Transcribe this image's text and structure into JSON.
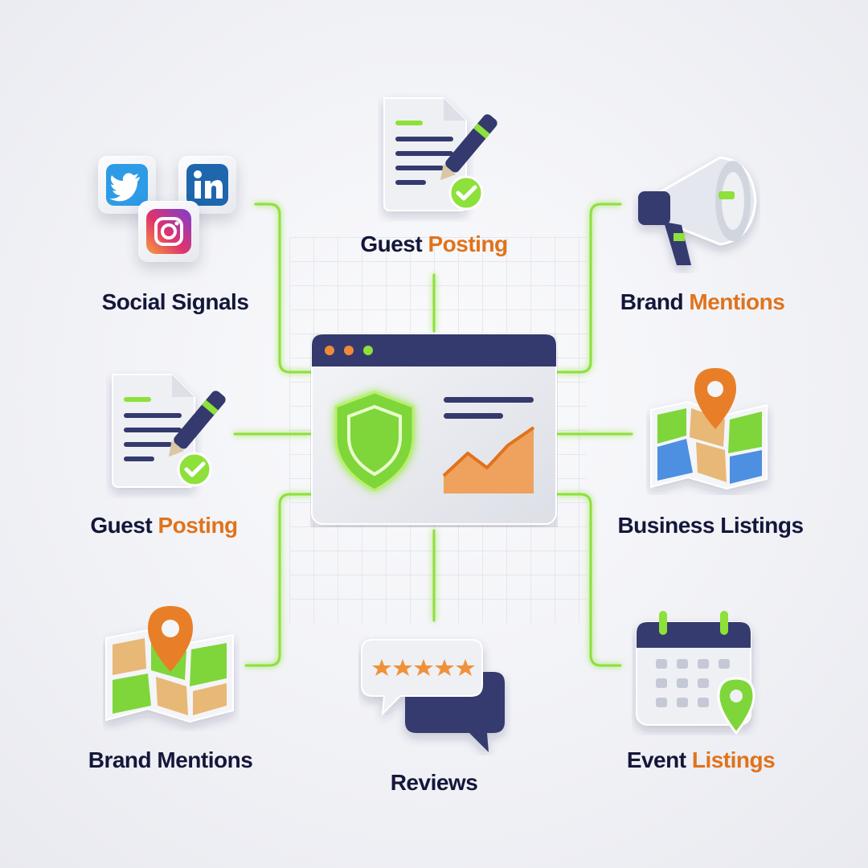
{
  "colors": {
    "navy": "#2f3567",
    "accent_orange": "#e0731c",
    "accent_green": "#8ee03a"
  },
  "center": {
    "panel": "browser-window",
    "icons": [
      "shield-icon",
      "trend-chart-icon"
    ]
  },
  "nodes": [
    {
      "id": "social",
      "label_a": "Social Signals",
      "label_b": "",
      "icons": [
        "twitter-icon",
        "linkedin-icon",
        "instagram-icon"
      ]
    },
    {
      "id": "guest-top",
      "label_a": "Guest ",
      "label_b": "Posting",
      "icon": "document-pen-icon"
    },
    {
      "id": "brand-top",
      "label_a": "Brand ",
      "label_b": "Mentions",
      "icon": "megaphone-icon"
    },
    {
      "id": "guest-left",
      "label_a": "Guest ",
      "label_b": "Posting",
      "icon": "document-pen-icon"
    },
    {
      "id": "business",
      "label_a": "Business Listings",
      "label_b": "",
      "icon": "map-pin-icon"
    },
    {
      "id": "brand-bottom",
      "label_a": "Brand Mentions",
      "label_b": "",
      "icon": "map-pin-icon"
    },
    {
      "id": "reviews",
      "label_a": "Reviews",
      "label_b": "",
      "icon": "review-bubble-icon"
    },
    {
      "id": "event",
      "label_a": "Event ",
      "label_b": "Listings",
      "icon": "calendar-icon"
    }
  ]
}
